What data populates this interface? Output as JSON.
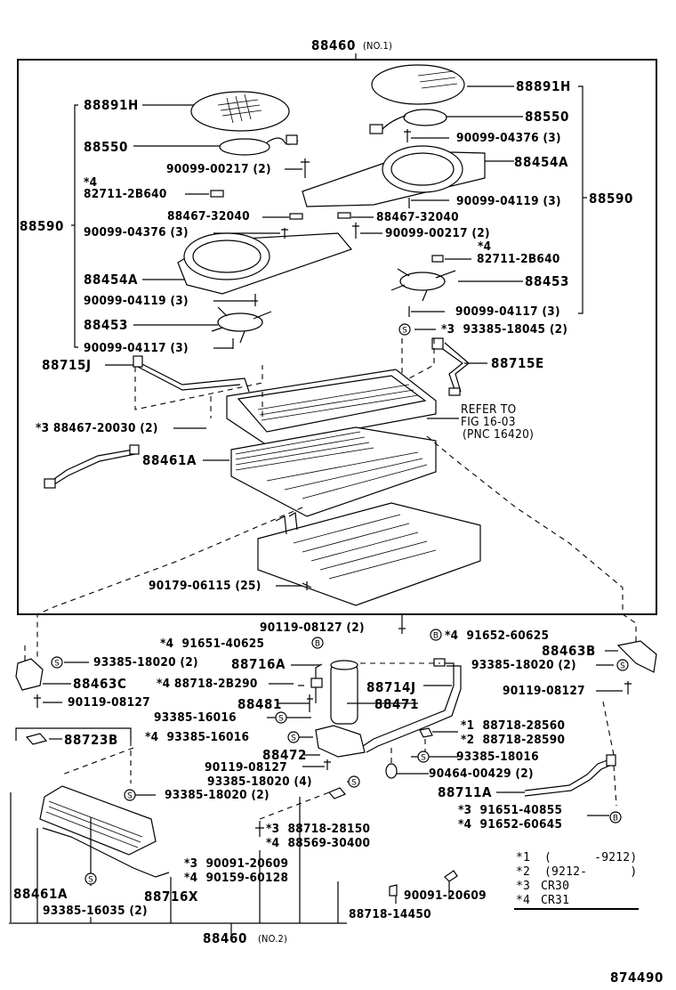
{
  "diagram": {
    "title_top": {
      "part": "88460",
      "suffix": "(NO.1)"
    },
    "title_bottom": {
      "part": "88460",
      "suffix": "(NO.2)"
    },
    "figure_id": "874490",
    "left_group": {
      "group_label": "88590",
      "items": [
        {
          "text": "88891H"
        },
        {
          "text": "88550"
        },
        {
          "text": "90099-00217 (2)"
        },
        {
          "text": "*4"
        },
        {
          "text": "82711-2B640"
        },
        {
          "text": "88467-32040"
        },
        {
          "text": "90099-04376 (3)"
        },
        {
          "text": "88454A"
        },
        {
          "text": "90099-04119 (3)"
        },
        {
          "text": "88453"
        },
        {
          "text": "90099-04117 (3)"
        }
      ]
    },
    "right_group": {
      "group_label": "88590",
      "items": [
        {
          "text": "88891H"
        },
        {
          "text": "88550"
        },
        {
          "text": "90099-04376 (3)"
        },
        {
          "text": "88454A"
        },
        {
          "text": "90099-04119 (3)"
        },
        {
          "text": "88467-32040"
        },
        {
          "text": "90099-00217 (2)"
        },
        {
          "text": "*4"
        },
        {
          "text": "82711-2B640"
        },
        {
          "text": "88453"
        },
        {
          "text": "90099-04117 (3)"
        }
      ]
    },
    "middle_labels": {
      "s_93385_18045": "*3  93385-18045 (2)",
      "p_88715J": "88715J",
      "p_88715E": "88715E",
      "refer_line1": "REFER TO",
      "refer_line2": "FIG 16-03",
      "refer_line3": "(PNC 16420)",
      "p_88467_20030": "*3 88467-20030 (2)",
      "p_88461A_top": "88461A",
      "p_90179": "90179-06115 (25)"
    },
    "lower_labels": {
      "p_90119_2": "90119-08127 (2)",
      "p_91651_40625": "*4  91651-40625",
      "p_91652_60625": "*4  91652-60625",
      "p_88463B": "88463B",
      "p_93385_18020_r": "93385-18020 (2)",
      "p_90119_r": "90119-08127",
      "p_93385_18020_l": "93385-18020 (2)",
      "p_88716A": "88716A",
      "p_88463C": "88463C",
      "p_88718_2B290": "*4 88718-2B290",
      "p_90119_l": "90119-08127",
      "p_88481": "88481",
      "p_88714J": "88714J",
      "p_88471": "88471",
      "p_93385_16016a": "93385-16016",
      "p_93385_16016b": "*4  93385-16016",
      "p_88723B": "88723B",
      "p_88472": "88472",
      "p_90119_m": "90119-08127",
      "p_93385_18020_4": "93385-18020 (4)",
      "p_93385_18020_b": "93385-18020 (2)",
      "p_88718_28560": "*1  88718-28560",
      "p_88718_28590": "*2  88718-28590",
      "p_93385_18016": "93385-18016",
      "p_90464": "90464-00429 (2)",
      "p_88711A": "88711A",
      "p_91651_40855": "*3  91651-40855",
      "p_91652_60645": "*4  91652-60645",
      "p_88718_28150": "*3  88718-28150",
      "p_88569_30400": "*4  88569-30400",
      "p_90091_20609a": "*3  90091-20609",
      "p_90159_60128": "*4  90159-60128",
      "p_88461A_bottom": "88461A",
      "p_88716X": "88716X",
      "p_93385_16035": "93385-16035 (2)",
      "p_90091_20609b": "90091-20609",
      "p_88718_14450": "88718-14450"
    },
    "footnotes": [
      {
        "mark": "*1",
        "text": "(      -9212)"
      },
      {
        "mark": "*2",
        "text": "(9212-      )"
      },
      {
        "mark": "*3",
        "text": "CR30"
      },
      {
        "mark": "*4",
        "text": "CR31"
      }
    ],
    "symbols": {
      "s": "S",
      "b": "B"
    }
  }
}
